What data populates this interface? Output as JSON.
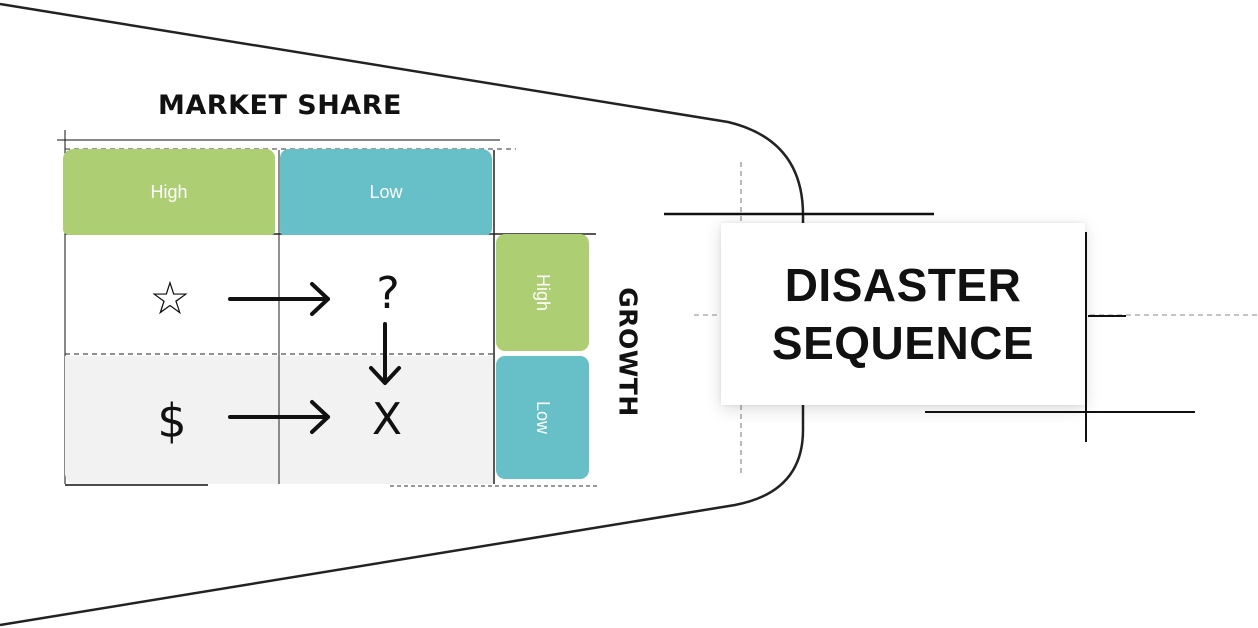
{
  "market_share": {
    "title": "MARKET SHARE",
    "high_label": "High",
    "low_label": "Low"
  },
  "growth": {
    "title": "GROWTH",
    "high_label": "High",
    "low_label": "Low"
  },
  "matrix": {
    "star_symbol": "☆",
    "question_symbol": "?",
    "dollar_symbol": "$",
    "dog_symbol": "X"
  },
  "callout": {
    "line1": "DISASTER",
    "line2": "SEQUENCE"
  },
  "colors": {
    "high": "#aece74",
    "low": "#67bfc7",
    "stroke": "#111111"
  }
}
